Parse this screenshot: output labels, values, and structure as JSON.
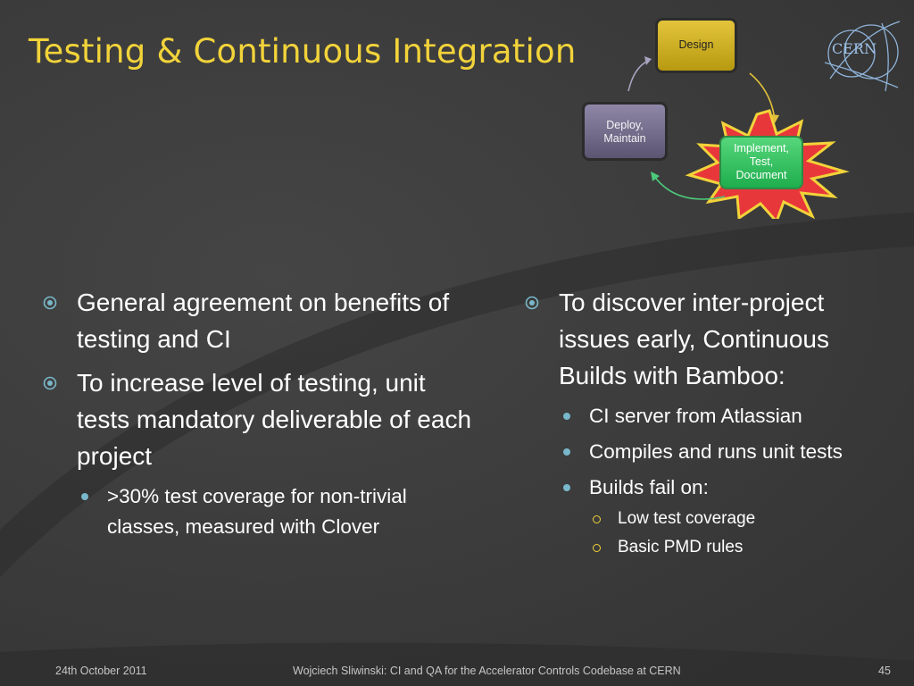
{
  "title": "Testing & Continuous Integration",
  "logo": {
    "text": "CERN"
  },
  "cycle": {
    "design": "Design",
    "deploy": [
      "Deploy,",
      "Maintain"
    ],
    "implement": [
      "Implement,",
      "Test,",
      "Document"
    ]
  },
  "left_column": {
    "items": [
      {
        "text": "General agreement on benefits of testing and CI"
      },
      {
        "text": "To increase level of testing, unit tests mandatory deliverable of each project",
        "sub": [
          ">30% test coverage for non-trivial classes, measured with Clover"
        ]
      }
    ]
  },
  "right_column": {
    "items": [
      {
        "text": "To discover inter-project issues early, Continuous Builds with Bamboo:",
        "sub": [
          {
            "text": "CI server from Atlassian"
          },
          {
            "text": "Compiles and runs unit tests"
          },
          {
            "text": "Builds fail on:",
            "sub": [
              "Low test coverage",
              "Basic PMD rules"
            ]
          }
        ]
      }
    ]
  },
  "footer": {
    "date": "24th October 2011",
    "center": "Wojciech Sliwinski: CI and QA for the Accelerator Controls Codebase at CERN",
    "page": "45"
  }
}
